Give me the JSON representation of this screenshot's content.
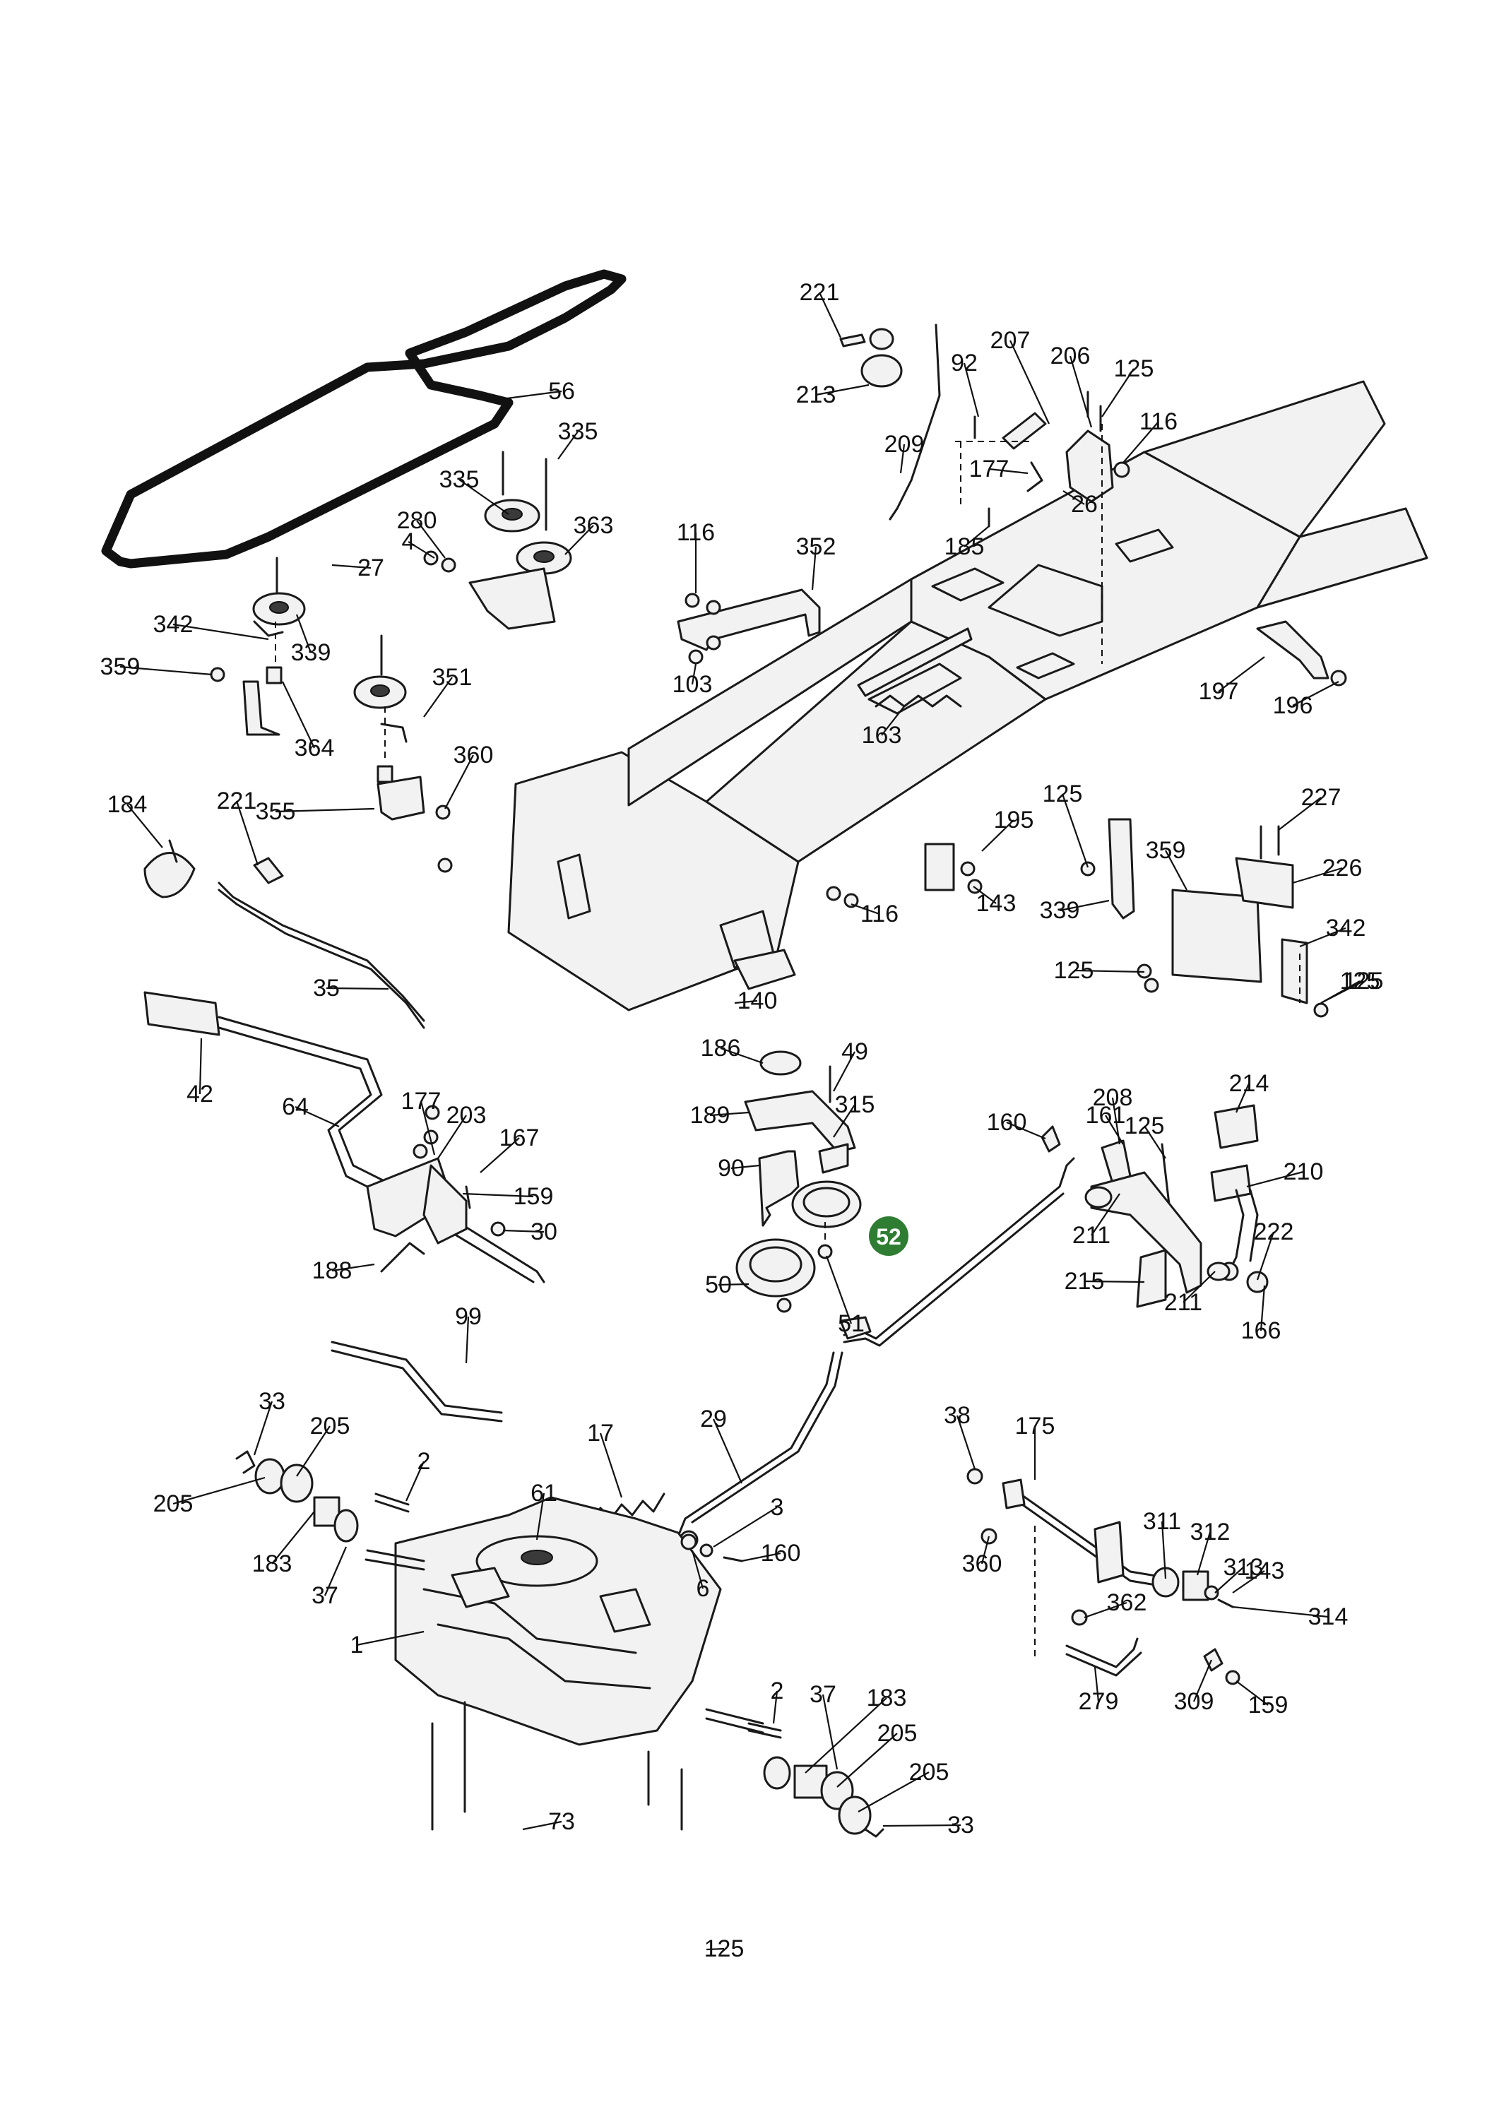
{
  "highlight": {
    "text": "52",
    "color": "#2e7d32"
  },
  "colors": {
    "line": "#1a1a1a",
    "background": "#ffffff",
    "highlight": "#2e7d32"
  },
  "labels": [
    "1",
    "2",
    "2",
    "3",
    "4",
    "6",
    "17",
    "26",
    "27",
    "29",
    "30",
    "33",
    "33",
    "35",
    "37",
    "37",
    "38",
    "42",
    "49",
    "50",
    "51",
    "56",
    "61",
    "64",
    "73",
    "90",
    "92",
    "99",
    "103",
    "116",
    "116",
    "116",
    "125",
    "125",
    "125",
    "125",
    "125",
    "125",
    "125",
    "140",
    "143",
    "143",
    "159",
    "159",
    "160",
    "160",
    "161",
    "163",
    "166",
    "167",
    "175",
    "177",
    "177",
    "183",
    "183",
    "184",
    "185",
    "186",
    "188",
    "189",
    "195",
    "196",
    "197",
    "203",
    "205",
    "205",
    "205",
    "205",
    "206",
    "207",
    "208",
    "209",
    "210",
    "211",
    "211",
    "213",
    "214",
    "215",
    "221",
    "221",
    "222",
    "226",
    "227",
    "279",
    "280",
    "309",
    "311",
    "312",
    "313",
    "314",
    "315",
    "335",
    "335",
    "339",
    "339",
    "342",
    "342",
    "351",
    "352",
    "355",
    "359",
    "359",
    "360",
    "360",
    "362",
    "363",
    "364"
  ]
}
